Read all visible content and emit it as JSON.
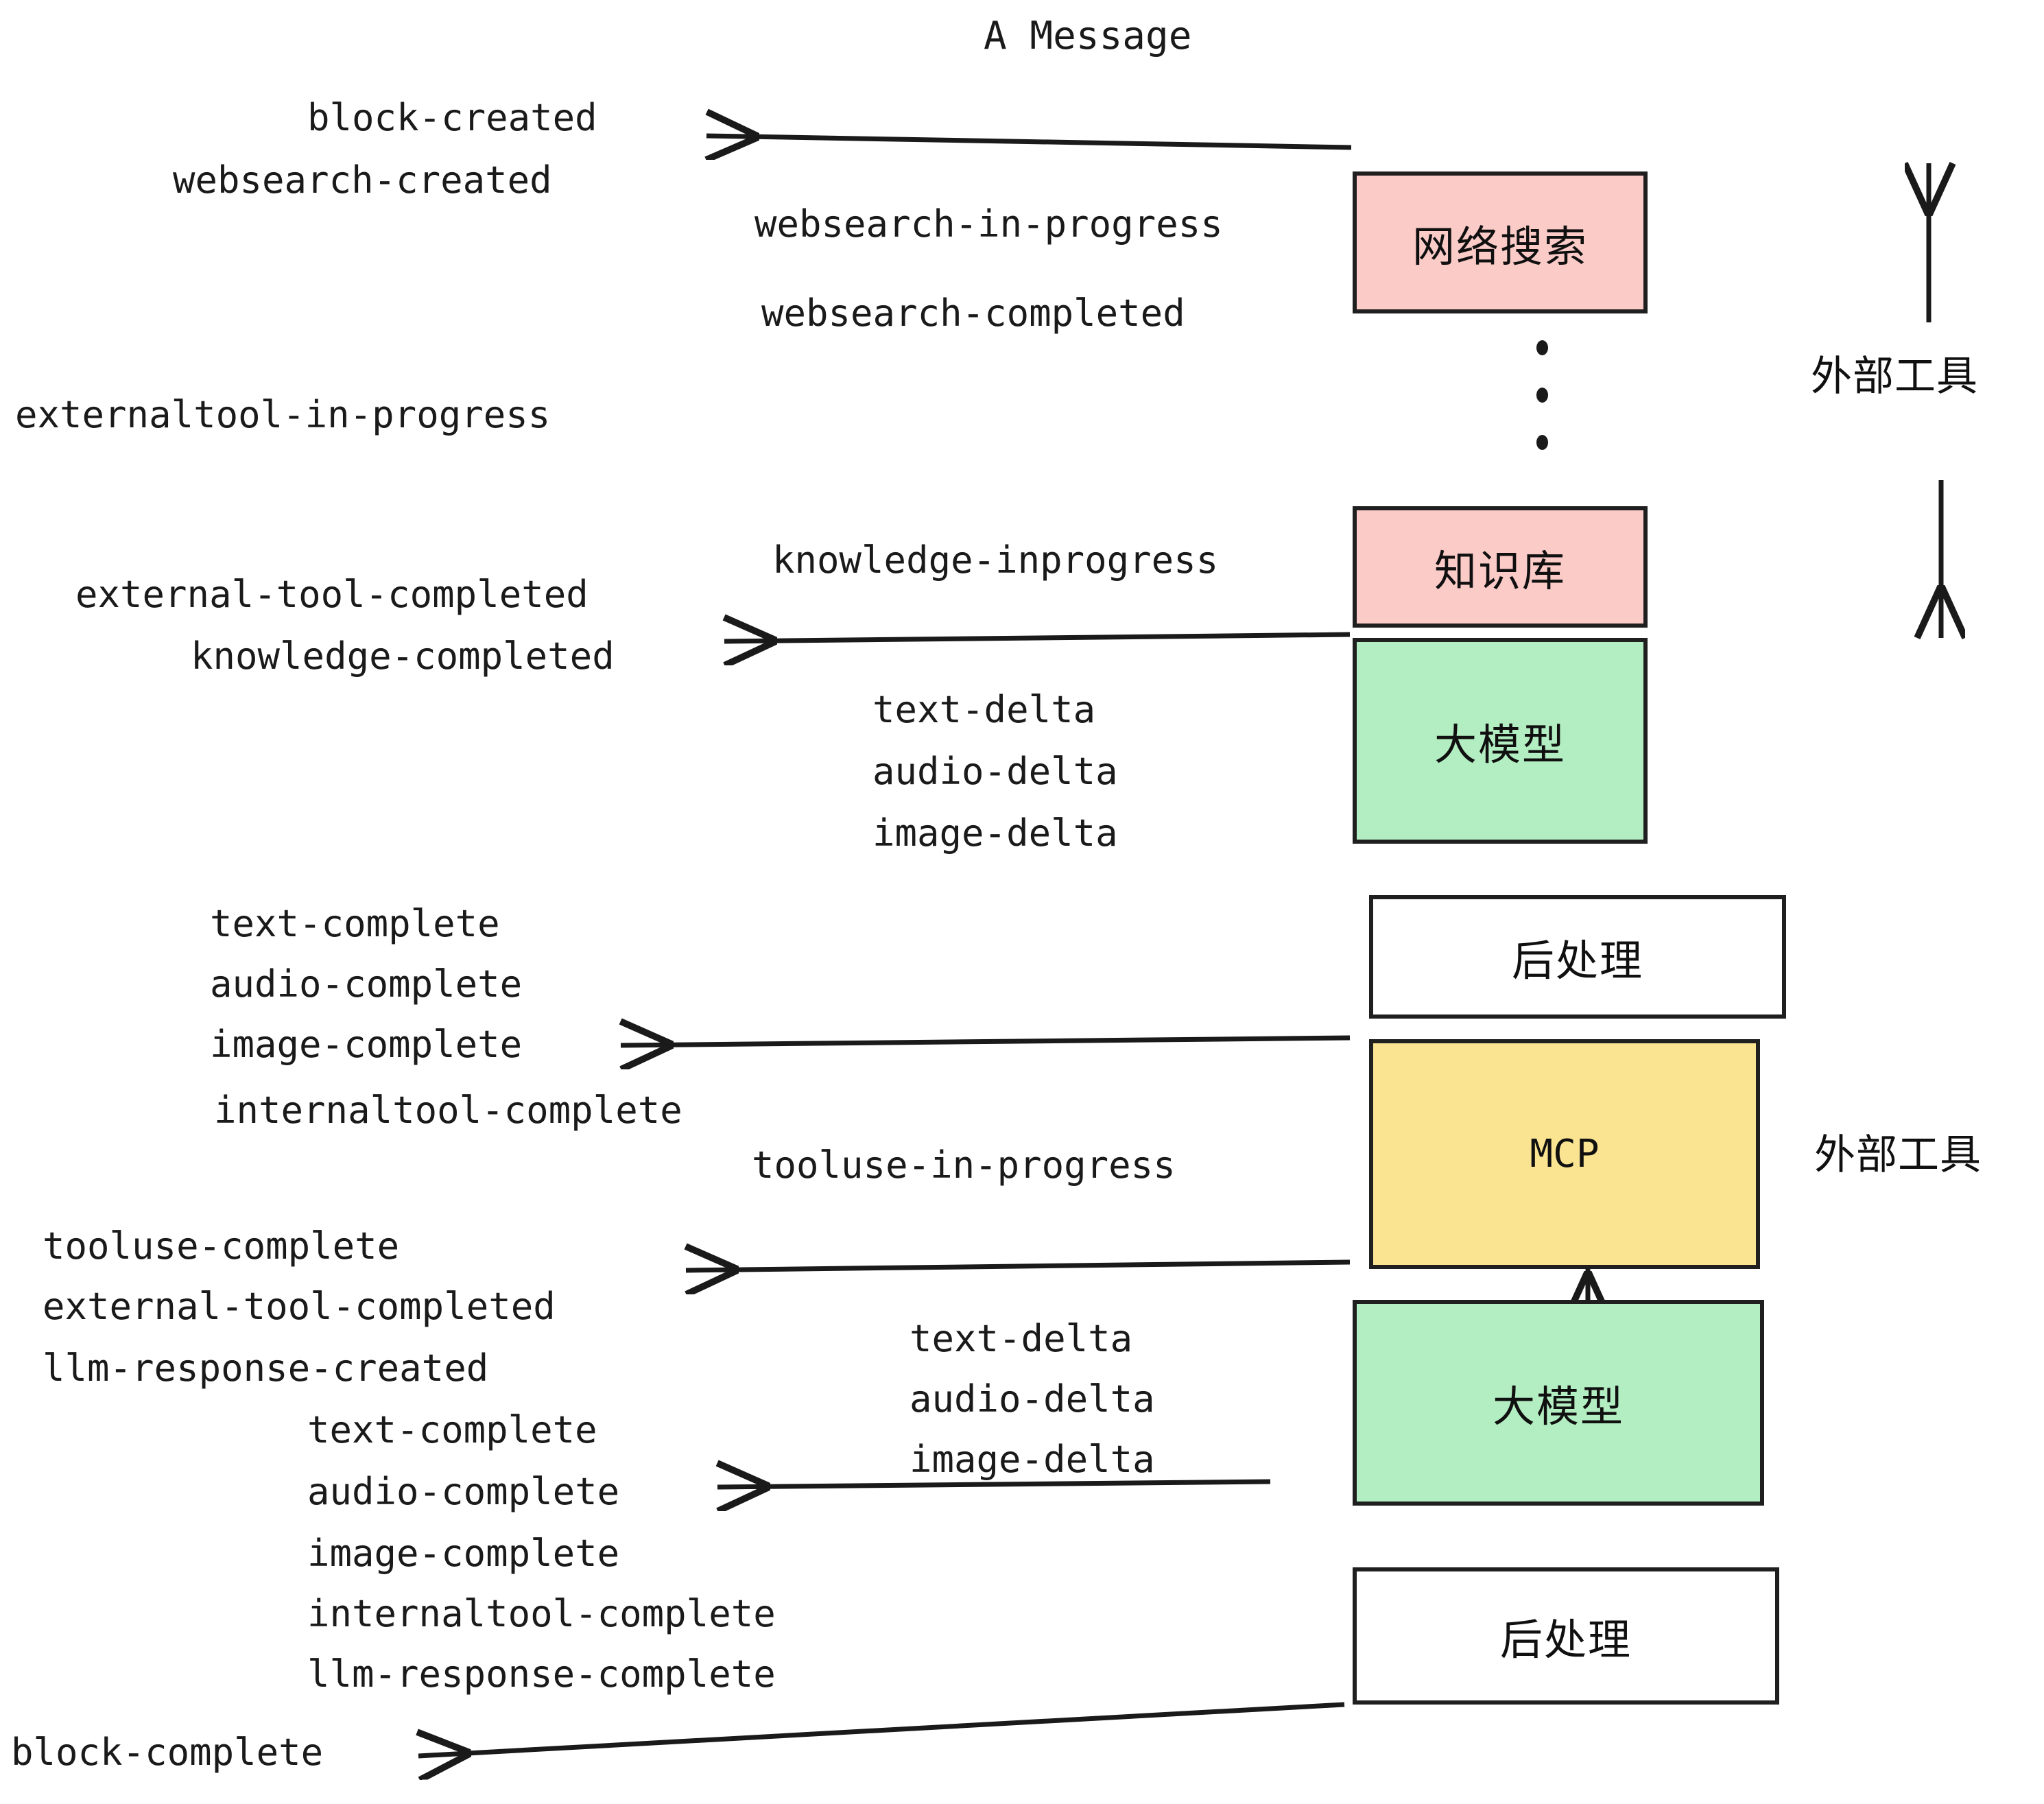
{
  "title": "A Message",
  "nodes": {
    "websearch": "网络搜索",
    "knowledge": "知识库",
    "llm_top": "大模型",
    "postprocess_top": "后处理",
    "mcp": "MCP",
    "llm_bottom": "大模型",
    "postprocess_bottom": "后处理"
  },
  "side_labels": {
    "external_tool_top": "外部工具",
    "external_tool_bottom": "外部工具"
  },
  "events": {
    "block_created": "block-created",
    "websearch_created": "websearch-created",
    "websearch_in_progress": "websearch-in-progress",
    "websearch_completed": "websearch-completed",
    "externaltool_in_progress": "externaltool-in-progress",
    "knowledge_inprogress": "knowledge-inprogress",
    "external_tool_completed_1": "external-tool-completed",
    "knowledge_completed": "knowledge-completed",
    "text_delta_1": "text-delta",
    "audio_delta_1": "audio-delta",
    "image_delta_1": "image-delta",
    "text_complete_1": "text-complete",
    "audio_complete_1": "audio-complete",
    "image_complete_1": "image-complete",
    "internaltool_complete_1": "internaltool-complete",
    "tooluse_in_progress": "tooluse-in-progress",
    "tooluse_complete": "tooluse-complete",
    "external_tool_completed_2": "external-tool-completed",
    "llm_response_created": "llm-response-created",
    "text_delta_2": "text-delta",
    "audio_delta_2": "audio-delta",
    "image_delta_2": "image-delta",
    "text_complete_2": "text-complete",
    "audio_complete_2": "audio-complete",
    "image_complete_2": "image-complete",
    "internaltool_complete_2": "internaltool-complete",
    "llm_response_complete": "llm-response-complete",
    "block_complete": "block-complete"
  },
  "colors": {
    "pink": "#fbcbc8",
    "green": "#b3eec2",
    "yellow": "#fae491",
    "white": "#ffffff",
    "stroke": "#1f1f1f"
  }
}
